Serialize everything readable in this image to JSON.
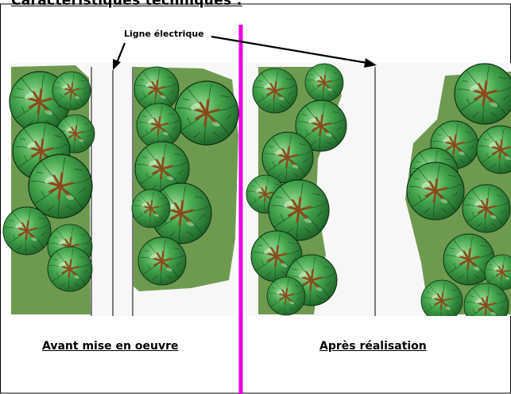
{
  "title": "Caractéristiques techniques :",
  "annotation": {
    "label": "Ligne électrique"
  },
  "captions": {
    "before": "Avant mise en oeuvre",
    "after": "Après réalisation"
  },
  "colors": {
    "separator": "#e800e0",
    "hedge_ground": "#6e9a50",
    "tree_light": "#8fd089",
    "tree_mid": "#3fa14a",
    "tree_dark": "#1f6a2a",
    "branch": "#8a4a1c",
    "outline": "#000000"
  },
  "icons": {
    "tree": "tree-canopy-icon"
  }
}
